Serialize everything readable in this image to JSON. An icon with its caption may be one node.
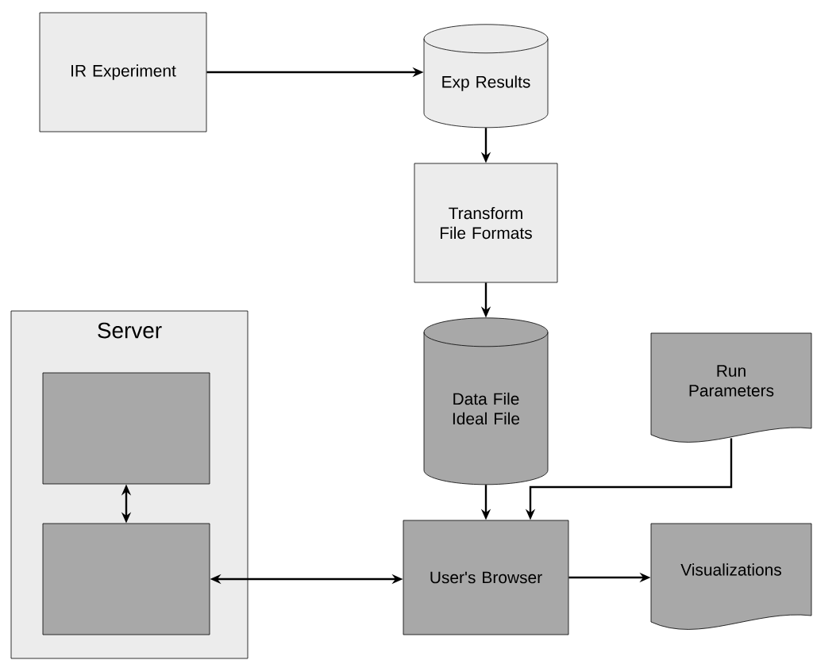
{
  "diagram": {
    "nodes": [
      {
        "text": [
          "IR Experiment"
        ]
      },
      {
        "text": [
          "Exp Results"
        ]
      },
      {
        "text": [
          "Transform File Formats"
        ]
      },
      {
        "text": [
          "Server"
        ]
      },
      {
        "text": [],
        "shape": "box",
        "in": 3
      },
      {
        "text": [],
        "shape": "box",
        "in": 3
      },
      {
        "text": [
          "Data File Ideal File"
        ]
      },
      {
        "text": [
          "Run Parameters"
        ]
      },
      {
        "text": [
          "User's Browser"
        ]
      },
      {
        "text": [
          "Visualizations"
        ]
      }
    ],
    "edges": [
      {
        "from": 0,
        "to": 1,
        "arrow": "to"
      },
      {
        "from": 1,
        "to": 2,
        "arrow": "to"
      },
      {
        "from": 2,
        "to": 6,
        "arrow": "to"
      },
      {
        "from": 4,
        "to": 5,
        "arrow": "both"
      },
      {
        "from": 5,
        "to": 8,
        "arrow": "both"
      },
      {
        "from": 6,
        "to": 8,
        "arrow": "to"
      },
      {
        "from": 7,
        "to": 8,
        "arrow": "to"
      },
      {
        "from": 8,
        "to": 9,
        "arrow": "to"
      }
    ]
  }
}
